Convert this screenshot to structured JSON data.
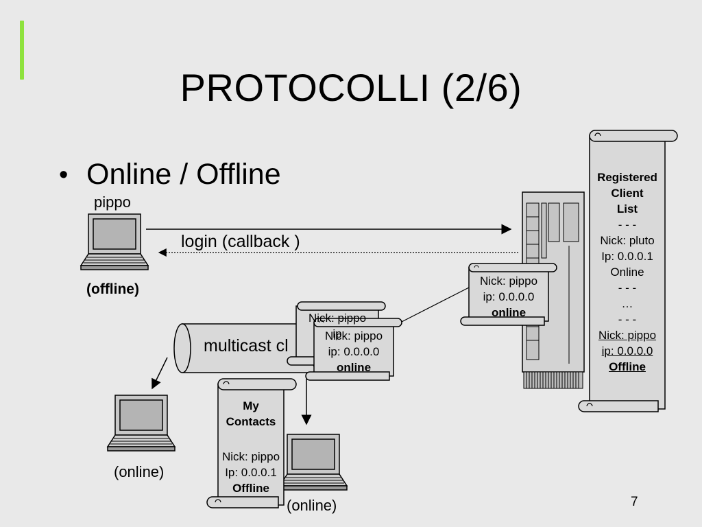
{
  "slide": {
    "title": "PROTOCOLLI (2/6)",
    "bullet": "Online / Offline",
    "page_number": "7",
    "accent_color": "#8ee23d"
  },
  "client_main": {
    "name_label": "pippo",
    "status_label": "(offline)"
  },
  "login_arrow": {
    "label": "login (callback )"
  },
  "multicast": {
    "label": "multicast cl"
  },
  "server_note": {
    "nick": "Nick: pippo",
    "ip": "ip: 0.0.0.0",
    "status": "online"
  },
  "back_note": {
    "nick": "Nick: pippo",
    "ip": "ip"
  },
  "front_note": {
    "nick": "Nick: pippo",
    "ip": "ip: 0.0.0.0",
    "status": "online"
  },
  "registered_list": {
    "title_line1": "Registered",
    "title_line2": "Client",
    "title_line3": "List",
    "sep1": "- - -",
    "entry1_nick": "Nick: pluto",
    "entry1_ip": "Ip: 0.0.0.1",
    "entry1_status": "Online",
    "sep2": "- - -",
    "ellipsis": "…",
    "sep3": "- - -",
    "entry2_nick": "Nick: pippo",
    "entry2_ip": "ip: 0.0.0.0",
    "entry2_status": "Offline"
  },
  "my_contacts": {
    "title_line1": "My",
    "title_line2": "Contacts",
    "nick": "Nick: pippo",
    "ip": "Ip: 0.0.0.1",
    "status": "Offline"
  },
  "client_left": {
    "status_label": "(online)"
  },
  "client_bottom": {
    "status_label": "(online)"
  },
  "icons": {
    "laptop": "laptop-icon",
    "server": "server-icon",
    "scroll": "scroll-icon"
  }
}
